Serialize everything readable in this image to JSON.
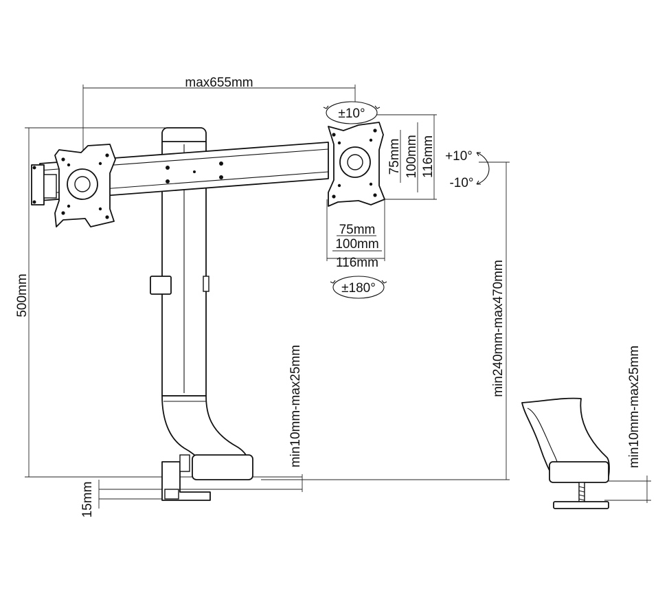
{
  "dimensions": {
    "arm_span": "max655mm",
    "column_height": "500mm",
    "clamp_offset": "15mm",
    "desk_thickness_left": "min10mm-max25mm",
    "desk_thickness_right": "min10mm-max25mm",
    "height_range": "min240mm-max470mm"
  },
  "vesa": {
    "vertical": [
      "75mm",
      "100mm",
      "116mm"
    ],
    "horizontal": [
      "75mm",
      "100mm",
      "116mm"
    ]
  },
  "rotation": {
    "swivel": "±10°",
    "rotate": "±180°",
    "tilt_up": "+10°",
    "tilt_down": "-10°"
  }
}
